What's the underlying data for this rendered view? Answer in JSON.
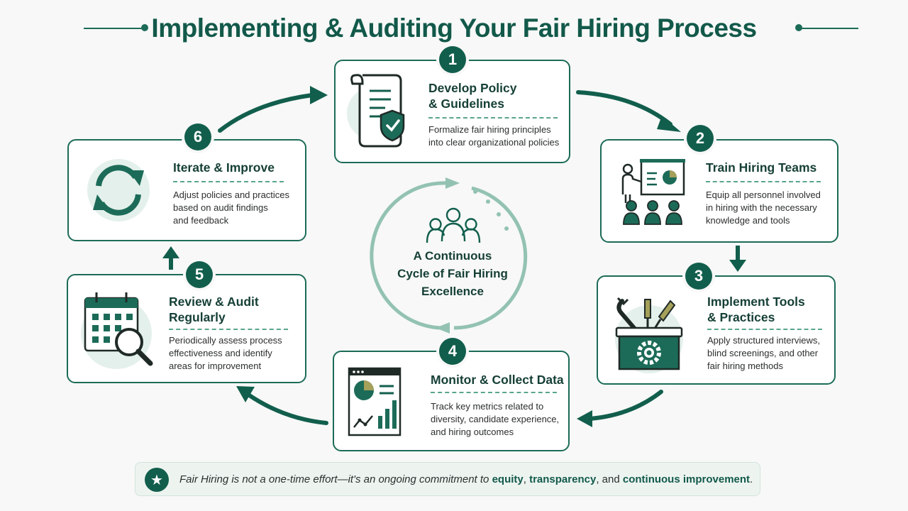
{
  "title": "Implementing & Auditing Your Fair Hiring Process",
  "center": {
    "label": "A Continuous\nCycle of Fair Hiring\nExcellence",
    "icon": "people-group-icon"
  },
  "steps": [
    {
      "number": "1",
      "title": "Develop Policy\n& Guidelines",
      "description": "Formalize fair hiring principles\ninto clear organizational policies",
      "icon": "policy-document-shield-icon"
    },
    {
      "number": "2",
      "title": "Train Hiring Teams",
      "description": "Equip all personnel involved\nin hiring with the necessary\nknowledge and tools",
      "icon": "training-presentation-icon"
    },
    {
      "number": "3",
      "title": "Implement Tools\n& Practices",
      "description": "Apply structured interviews,\nblind screenings, and other\nfair hiring methods",
      "icon": "toolbox-icon"
    },
    {
      "number": "4",
      "title": "Monitor & Collect Data",
      "description": "Track key metrics related to\ndiversity, candidate experience,\nand hiring outcomes",
      "icon": "analytics-dashboard-icon"
    },
    {
      "number": "5",
      "title": "Review & Audit\nRegularly",
      "description": "Periodically assess process\neffectiveness and identify\nareas for improvement",
      "icon": "calendar-search-icon"
    },
    {
      "number": "6",
      "title": "Iterate & Improve",
      "description": "Adjust policies and practices\nbased on audit findings\nand feedback",
      "icon": "refresh-cycle-icon"
    }
  ],
  "footer": {
    "lead": "Fair Hiring is not a one-time effort—it's an ongoing commitment to",
    "term1": "equity",
    "sep1": ",",
    "term2": "transparency",
    "sep2": ", and",
    "term3": "continuous improvement",
    "end": ".",
    "icon": "star-icon"
  },
  "colors": {
    "primary": "#125e4d",
    "accent_light": "#e4f0eb",
    "accent_olive": "#a5a05a",
    "background": "#f7f8f7"
  }
}
